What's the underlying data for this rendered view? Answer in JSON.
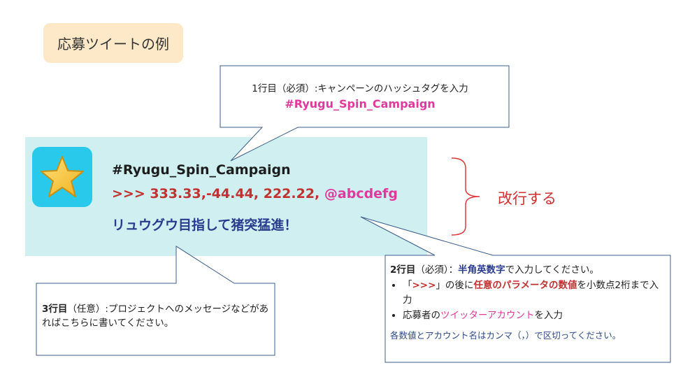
{
  "title": "応募ツイートの例",
  "tweet": {
    "line1": "#Ryugu_Spin_Campaign",
    "line2_prefix": ">>> 333.33,-44.44, 222.22, ",
    "line2_handle": "@abcdefg",
    "line3": "リュウグウ目指して猪突猛進！"
  },
  "callout_line1": {
    "label": "1行目",
    "req": "（必須）",
    "desc": ":キャンペーンのハッシュタグを入力",
    "hashtag": "#Ryugu_Spin_Campaign"
  },
  "callout_line3": {
    "label": "3行目",
    "opt": "（任意）",
    "desc": ":プロジェクトへのメッセージなどがあればこちらに書いてください。"
  },
  "callout_line2": {
    "label": "2行目",
    "req": "（必須）",
    "colon": "：",
    "strong": "半角英数字",
    "rest": "で入力してください。",
    "bullet1_a": "「",
    "bullet1_marker": ">>>",
    "bullet1_b": "」の後に",
    "bullet1_strong": "任意のパラメータの数値",
    "bullet1_c": "を小数点2桁まで入力",
    "bullet2_a": "応募者の",
    "bullet2_pink": "ツイッターアカウント",
    "bullet2_b": "を入力",
    "note": "各数値とアカウント名はカンマ（，）で区切ってください。"
  },
  "annotation": "改行する",
  "colors": {
    "panel": "#cfeff0",
    "avatar": "#29c9ec",
    "hashtag": "#e0399d",
    "numbers": "#c0312f",
    "message": "#2a3a8e",
    "annotation": "#d0302f",
    "title_pill": "#fde9c8"
  },
  "icons": [
    "star-icon"
  ]
}
